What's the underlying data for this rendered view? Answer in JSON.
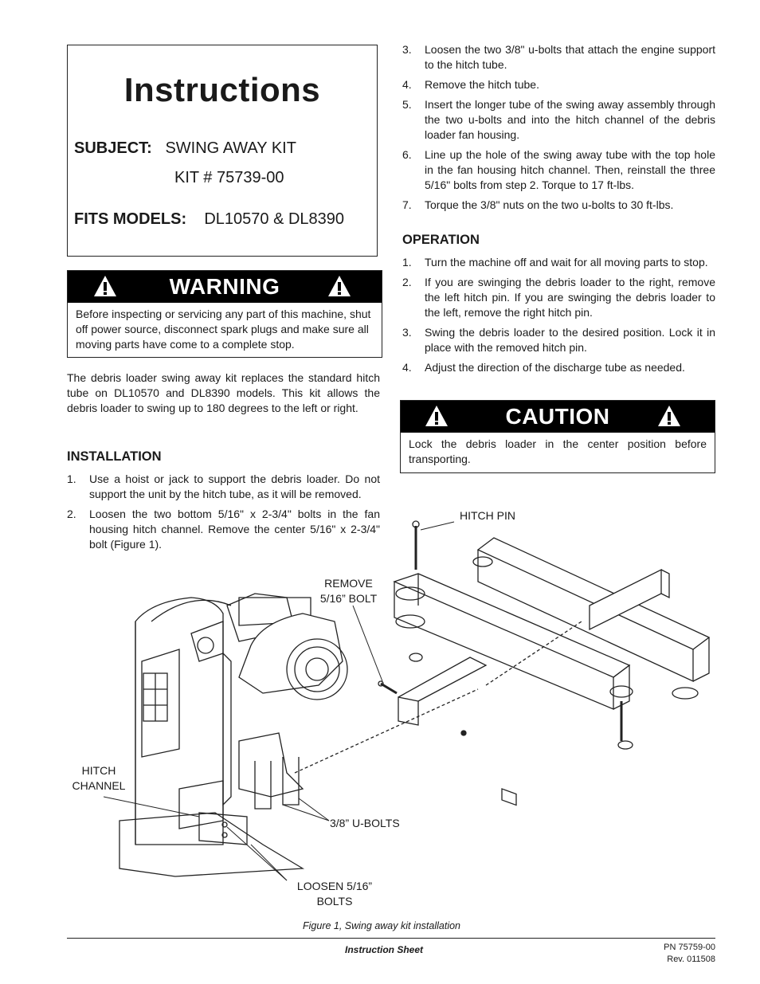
{
  "title": "Instructions",
  "subject_label": "SUBJECT:",
  "subject_value": "SWING AWAY KIT",
  "kit_number": "KIT # 75739-00",
  "fits_label": "FITS MODELS:",
  "fits_value": "DL10570 & DL8390",
  "warning": {
    "label": "WARNING",
    "text": "Before inspecting or servicing any part of this machine, shut off power source, disconnect spark plugs and make sure all moving parts have come to a complete stop."
  },
  "intro": "The debris loader swing away kit replaces the standard hitch tube on DL10570 and DL8390 models. This kit allows the debris loader to swing up to 180 degrees to the left or right.",
  "installation": {
    "heading": "INSTALLATION",
    "steps_left": [
      {
        "n": "1.",
        "text": "Use a hoist or jack to support the debris loader. Do not support the unit by the hitch tube, as it will be removed."
      },
      {
        "n": "2.",
        "text": "Loosen the two bottom 5/16\" x 2-3/4\" bolts in the fan housing hitch channel. Remove the center 5/16\" x 2-3/4\" bolt (Figure 1)."
      }
    ],
    "steps_right": [
      {
        "n": "3.",
        "text": "Loosen the two 3/8\" u-bolts that attach the engine support to the hitch tube."
      },
      {
        "n": "4.",
        "text": "Remove the hitch tube."
      },
      {
        "n": "5.",
        "text": "Insert the longer tube of the swing away assembly through the two u-bolts and into the hitch channel of the debris loader fan housing."
      },
      {
        "n": "6.",
        "text": "Line up the hole of the swing away tube with the top hole in the fan housing hitch channel. Then, reinstall the three 5/16\" bolts from step 2. Torque to 17 ft-lbs."
      },
      {
        "n": "7.",
        "text": "Torque the 3/8\" nuts on the two u-bolts to 30 ft-lbs."
      }
    ]
  },
  "operation": {
    "heading": "OPERATION",
    "steps": [
      {
        "n": "1.",
        "text": "Turn the machine off and wait for all moving parts to stop."
      },
      {
        "n": "2.",
        "text": "If you are swinging the debris loader to the right, remove the left hitch pin. If you are swinging the debris loader to the left, remove the right hitch pin."
      },
      {
        "n": "3.",
        "text": "Swing the debris loader to the desired position. Lock it in place with the removed hitch pin."
      },
      {
        "n": "4.",
        "text": "Adjust the direction of the discharge tube as needed."
      }
    ]
  },
  "caution": {
    "label": "CAUTION",
    "text": "Lock the debris loader in the center position before transporting."
  },
  "figure": {
    "callout_hitch_pin": "HITCH PIN",
    "callout_remove_1": "REMOVE",
    "callout_remove_2": "5/16” BOLT",
    "callout_hitch_1": "HITCH",
    "callout_hitch_2": "CHANNEL",
    "callout_ubolts": "3/8” U-BOLTS",
    "callout_loosen_1": "LOOSEN 5/16”",
    "callout_loosen_2": "BOLTS",
    "caption": "Figure 1, Swing away kit installation"
  },
  "footer": {
    "center": "Instruction Sheet",
    "pn": "PN 75759-00",
    "rev": "Rev. 011508"
  }
}
